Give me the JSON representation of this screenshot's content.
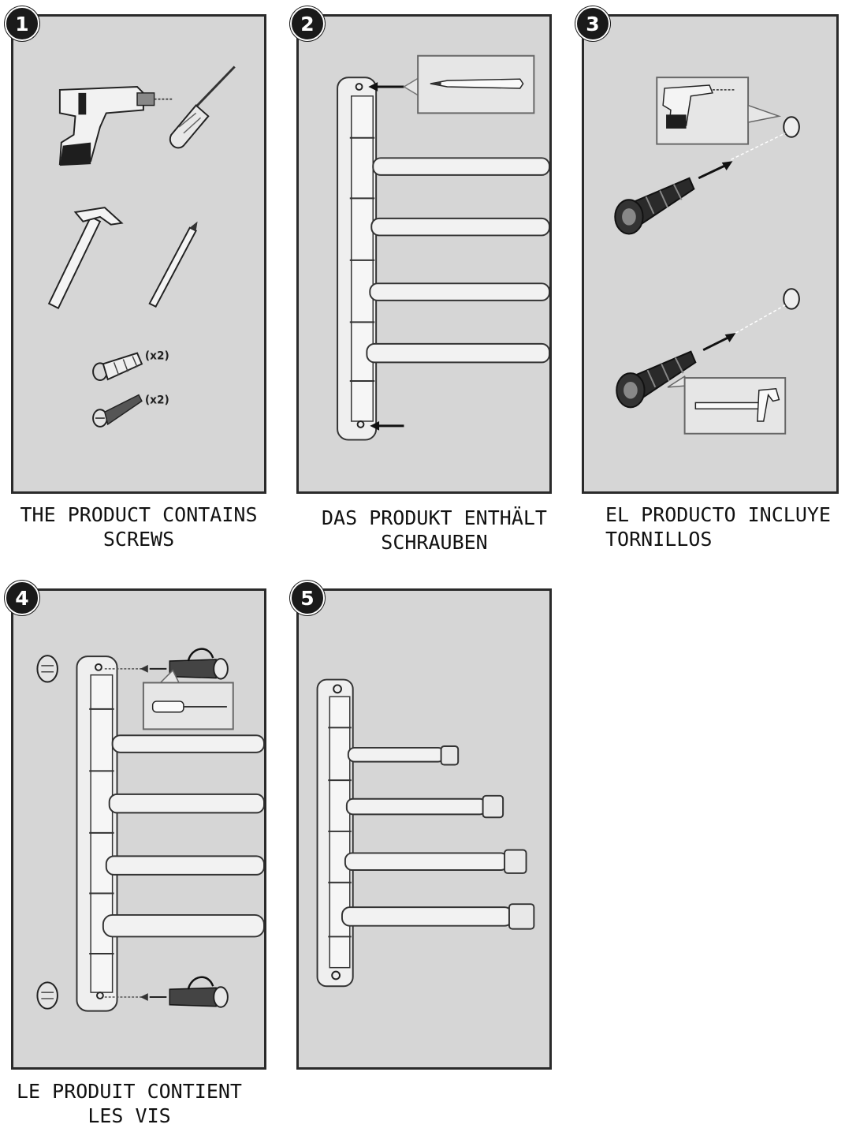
{
  "steps": [
    {
      "number": "1",
      "caption": [
        "THE PRODUCT CONTAINS",
        "SCREWS"
      ]
    },
    {
      "number": "2",
      "caption": [
        "DAS PRODUKT ENTHÄLT",
        "SCHRAUBEN"
      ]
    },
    {
      "number": "3",
      "caption": [
        "EL PRODUCTO INCLUYE",
        "TORNILLOS"
      ]
    },
    {
      "number": "4",
      "caption": [
        "LE PRODUIT CONTIENT",
        "LES VIS"
      ]
    },
    {
      "number": "5",
      "caption": []
    }
  ],
  "quantities": {
    "anchor": "(x2)",
    "screw": "(x2)"
  },
  "icons": [
    "drill-icon",
    "screwdriver-icon",
    "hammer-icon",
    "pencil-icon",
    "wall-anchor-icon",
    "screw-icon",
    "towel-rack-icon"
  ]
}
